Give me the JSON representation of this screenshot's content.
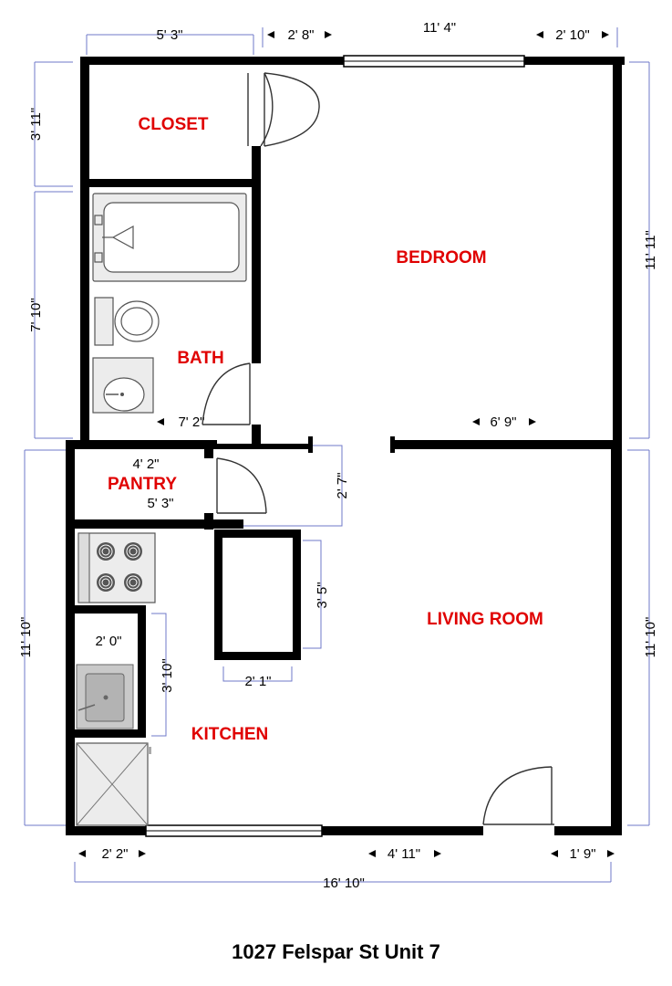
{
  "caption": "1027 Felspar St Unit 7",
  "rooms": {
    "closet": "CLOSET",
    "bedroom": "BEDROOM",
    "bath": "BATH",
    "pantry": "PANTRY",
    "living_room": "LIVING ROOM",
    "kitchen": "KITCHEN"
  },
  "dimensions": {
    "top_left_width": "5' 3\"",
    "top_door_offset": "2' 8\"",
    "top_overall": "11' 4\"",
    "top_right_offset": "2' 10\"",
    "closet_height": "3' 11\"",
    "bath_height": "7' 10\"",
    "bedroom_height": "11' 11\"",
    "bath_width": "7' 2\"",
    "bedroom_bottom": "6' 9\"",
    "pantry_upper": "4' 2\"",
    "pantry_lower": "5' 3\"",
    "pantry_depth": "2' 7\"",
    "island_height": "3' 5\"",
    "island_width": "2' 1\"",
    "counter_width": "2' 0\"",
    "counter_length": "3' 10\"",
    "living_left_height": "11' 10\"",
    "living_right_height": "11' 10\"",
    "bottom_left": "2' 2\"",
    "bottom_mid": "4' 11\"",
    "bottom_right": "1' 9\"",
    "bottom_overall": "16' 10\""
  },
  "colors": {
    "room_label": "#e00000",
    "dimension_line": "#6f78c9",
    "wall": "#000000"
  }
}
